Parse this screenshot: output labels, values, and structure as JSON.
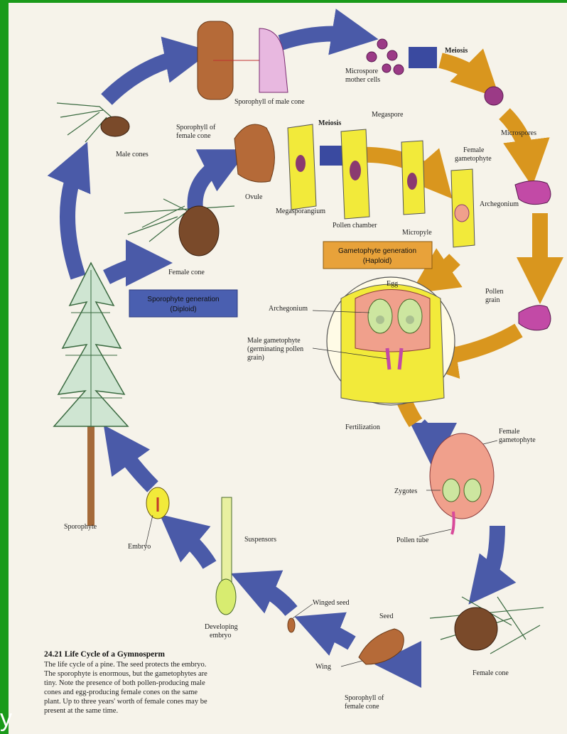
{
  "slide": {
    "left_char": "y"
  },
  "labels": {
    "sporophyll_male": "Sporophyll of male cone",
    "microspore_mother": [
      "Microspore",
      "mother cells"
    ],
    "meiosis_top": "Meiosis",
    "microspores": "Microspores",
    "male_cones": "Male cones",
    "sporophyll_female": [
      "Sporophyll of",
      "female cone"
    ],
    "meiosis_mid": "Meiosis",
    "megaspore": "Megaspore",
    "female_gametophyte_top": [
      "Female",
      "gametophyte"
    ],
    "archegonium_top": "Archegonium",
    "ovule": "Ovule",
    "megasporangium": "Megasporangium",
    "pollen_chamber": "Pollen chamber",
    "micropyle": "Micropyle",
    "female_cone_left": "Female cone",
    "pollen_grain": [
      "Pollen",
      "grain"
    ],
    "egg": "Egg",
    "archegonium_mid": "Archegonium",
    "male_gametophyte": [
      "Male gametophyte",
      "(germinating pollen",
      "grain)"
    ],
    "fertilization": "Fertilization",
    "female_gametophyte_right": [
      "Female",
      "gametophyte"
    ],
    "zygotes": "Zygotes",
    "pollen_tube": "Pollen tube",
    "sporophyte": "Sporophyte",
    "embryo": "Embryo",
    "suspensors": "Suspensors",
    "winged_seed": "Winged seed",
    "seed": "Seed",
    "developing_embryo": [
      "Developing",
      "embryo"
    ],
    "wing": "Wing",
    "sporophyll_female_bottom": [
      "Sporophyll of",
      "female cone"
    ],
    "female_cone_bottom": "Female cone"
  },
  "generation_boxes": {
    "gametophyte": [
      "Gametophyte generation",
      "(Haploid)"
    ],
    "sporophyte": [
      "Sporophyte generation",
      "(Diploid)"
    ]
  },
  "caption": {
    "title": "24.21  Life Cycle of a Gymnosperm",
    "lines": [
      "The life cycle of a pine. The seed protects the embryo.",
      "The sporophyte is enormous, but the gametophytes are",
      "tiny. Note the presence of both pollen-producing male",
      "cones and egg-producing female cones on the same",
      "plant. Up to three years' worth of female cones may be",
      "present at the same time."
    ]
  },
  "colors": {
    "background": "#1a9a1a",
    "paper": "#f6f3ea",
    "blue_arrow": "#4a5aa8",
    "orange_arrow": "#d9961e",
    "gameto_box": "#e8a23a",
    "sporo_box": "#4a5fb0",
    "yellow_tissue": "#f2ea3a",
    "pink_tissue": "#f0a08c",
    "purple_cells": "#9b3a86"
  }
}
